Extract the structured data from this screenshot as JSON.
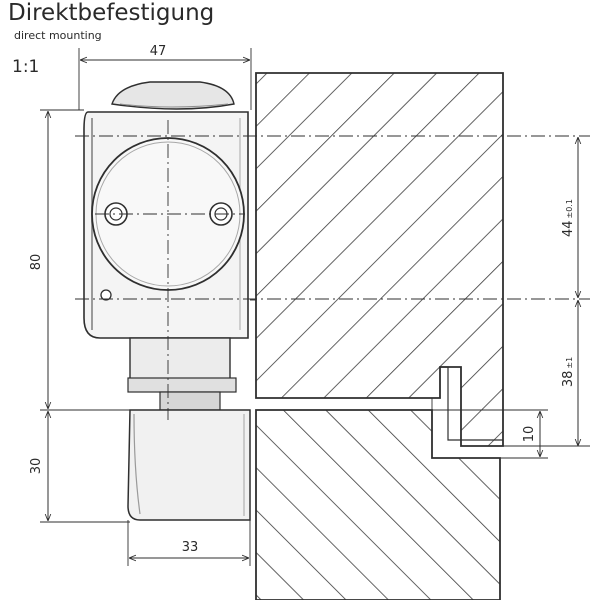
{
  "header": {
    "title": "Direktbefestigung",
    "subtitle": "direct mounting",
    "scale": "1:1"
  },
  "dimensions": {
    "top_width": "47",
    "left_height": "80",
    "lower_height": "30",
    "bottom_width": "33",
    "right_spacing_value": "44",
    "right_spacing_tol": "±0.1",
    "right_offset_value": "38",
    "right_offset_tol": "±1",
    "rebate_height": "10"
  },
  "colors": {
    "line": "#2f2f2f",
    "hatch": "#3a3a3a",
    "body_fill": "#f4f4f4",
    "body_shade": "#c9c9c9"
  }
}
